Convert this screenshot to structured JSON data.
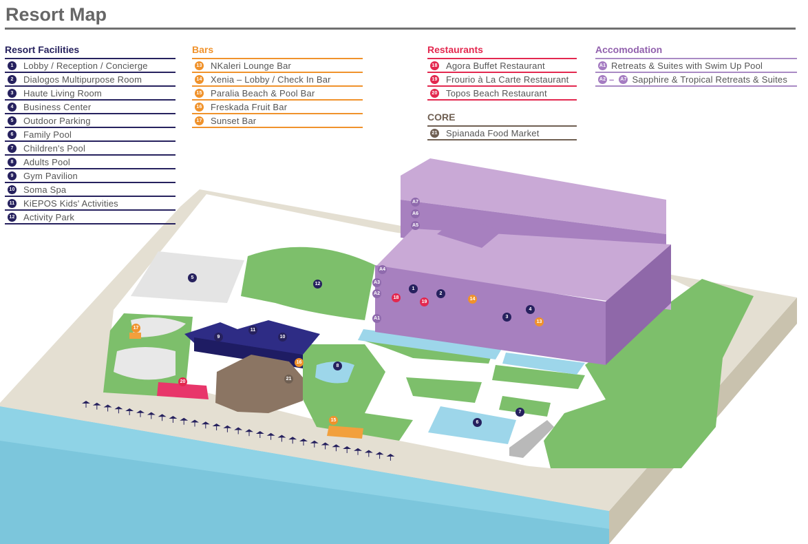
{
  "title": "Resort Map",
  "facilities": {
    "heading": "Resort Facilities",
    "items": [
      {
        "n": "1",
        "label": "Lobby / Reception / Concierge"
      },
      {
        "n": "2",
        "label": "Dialogos Multipurpose Room"
      },
      {
        "n": "3",
        "label": "Haute Living Room"
      },
      {
        "n": "4",
        "label": "Business Center"
      },
      {
        "n": "5",
        "label": "Outdoor Parking"
      },
      {
        "n": "6",
        "label": "Family Pool"
      },
      {
        "n": "7",
        "label": "Children's Pool"
      },
      {
        "n": "8",
        "label": "Adults Pool"
      },
      {
        "n": "9",
        "label": "Gym Pavilion"
      },
      {
        "n": "10",
        "label": "Soma Spa"
      },
      {
        "n": "11",
        "label": "KiEPOS Kids' Activities"
      },
      {
        "n": "12",
        "label": "Activity Park"
      }
    ]
  },
  "bars": {
    "heading": "Bars",
    "items": [
      {
        "n": "13",
        "label": "NKaleri Lounge Bar"
      },
      {
        "n": "14",
        "label": "Xenia – Lobby / Check In Bar"
      },
      {
        "n": "15",
        "label": "Paralia Beach & Pool Bar"
      },
      {
        "n": "16",
        "label": "Freskada Fruit Bar"
      },
      {
        "n": "17",
        "label": "Sunset Bar"
      }
    ]
  },
  "restaurants": {
    "heading": "Restaurants",
    "items": [
      {
        "n": "18",
        "label": "Agora Buffet Restaurant"
      },
      {
        "n": "19",
        "label": "Frourio à La Carte Restaurant"
      },
      {
        "n": "20",
        "label": "Topos Beach Restaurant"
      }
    ]
  },
  "core": {
    "heading": "CORE",
    "items": [
      {
        "n": "21",
        "label": "Spianada Food Market"
      }
    ]
  },
  "accommodation": {
    "heading": "Accomodation",
    "items": [
      {
        "n": "A1",
        "label": "Retreats & Suites with Swim Up Pool"
      },
      {
        "n_from": "A2",
        "dash": "–",
        "n_to": "A7",
        "label": "Sapphire & Tropical Retreats & Suites"
      }
    ]
  },
  "colors": {
    "facilities": "#26215e",
    "bars": "#f0922b",
    "restaurants": "#e3284f",
    "core": "#6f5f52",
    "accommodation": "#9160ad",
    "lawn": "#7dbf6b",
    "pool": "#9dd6ea",
    "sea": "#8fd3e6",
    "ground": "#e4dfd2"
  }
}
